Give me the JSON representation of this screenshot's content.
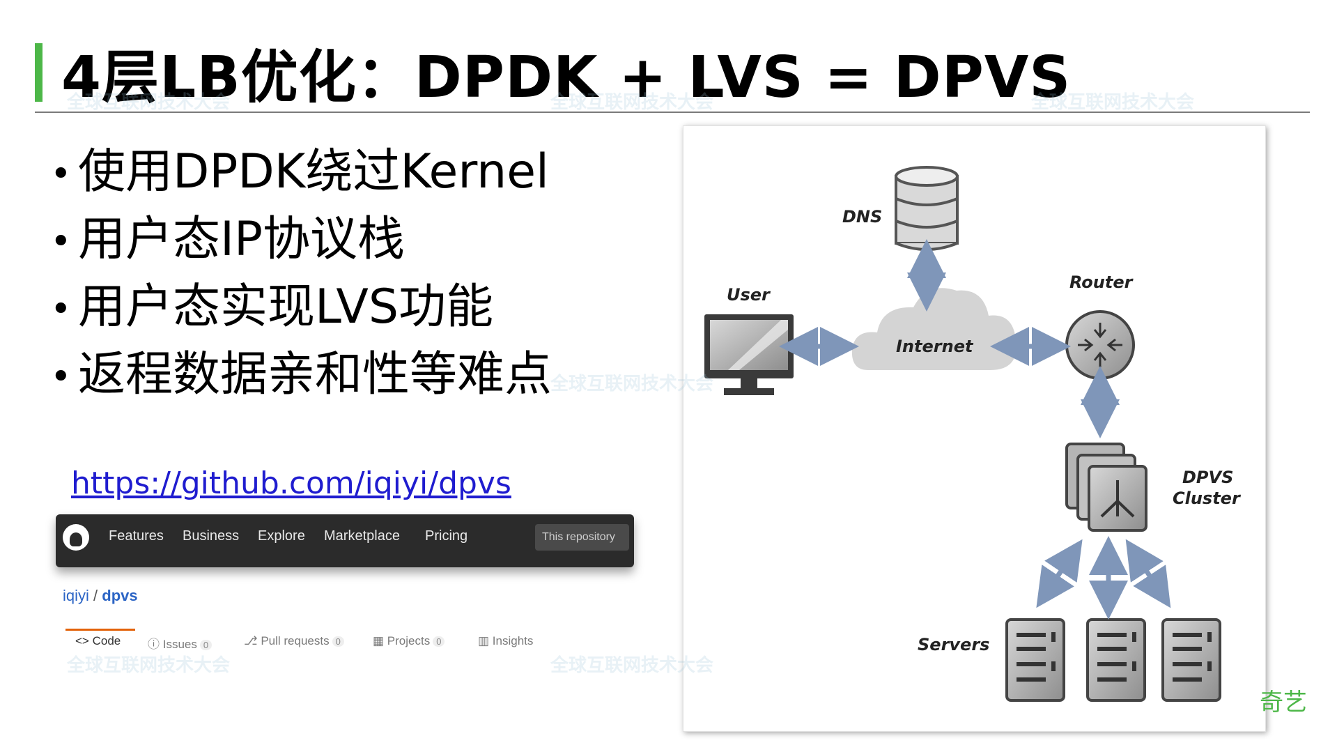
{
  "slide": {
    "title": "4层LB优化：DPDK + LVS = DPVS",
    "bullets": [
      "使用DPDK绕过Kernel",
      "用户态IP协议栈",
      "用户态实现LVS功能",
      "返程数据亲和性等难点"
    ],
    "link": "https://github.com/iqiyi/dpvs",
    "corner_logo_text": "奇艺",
    "watermark_text": "全球互联网技术大会",
    "accent_color": "#4db748"
  },
  "github": {
    "nav": [
      "Features",
      "Business",
      "Explore",
      "Marketplace",
      "Pricing"
    ],
    "search_placeholder": "This repository",
    "repo_owner": "iqiyi",
    "repo_sep": "/",
    "repo_name": "dpvs",
    "tabs": [
      {
        "label": "Code",
        "count": ""
      },
      {
        "label": "Issues",
        "count": "0"
      },
      {
        "label": "Pull requests",
        "count": "0"
      },
      {
        "label": "Projects",
        "count": "0"
      },
      {
        "label": "Insights",
        "count": ""
      }
    ],
    "tab_glyphs": [
      "<>",
      "ⓘ",
      "⎇",
      "▦",
      "▥"
    ]
  },
  "diagram": {
    "nodes": {
      "dns": "DNS",
      "user": "User",
      "router": "Router",
      "internet": "Internet",
      "dpvs": [
        "DPVS",
        "Cluster"
      ],
      "servers": "Servers"
    },
    "arrow_color": "#7f96b9",
    "device_color": "#9a9a9a"
  }
}
